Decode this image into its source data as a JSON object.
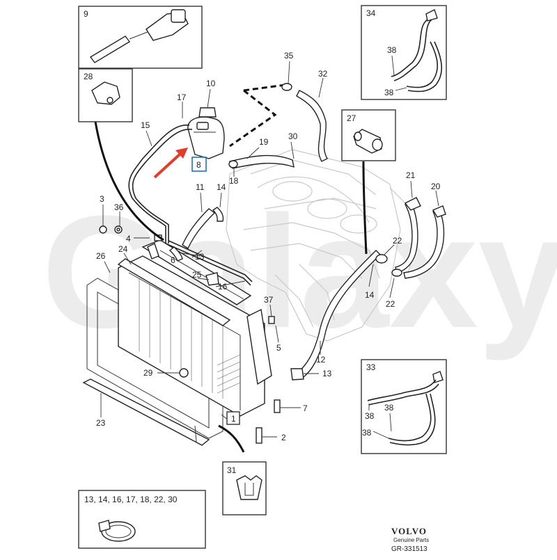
{
  "diagram": {
    "callouts": {
      "n1": "1",
      "n2": "2",
      "n3": "3",
      "n4": "4",
      "n5": "5",
      "n6": "6",
      "n7": "7",
      "n8": "8",
      "n10": "10",
      "n11": "11",
      "n12": "12",
      "n13a": "13",
      "n13b": "13",
      "n14a": "14",
      "n14b": "14",
      "n15": "15",
      "n16": "16",
      "n17": "17",
      "n18": "18",
      "n19": "19",
      "n20": "20",
      "n21": "21",
      "n22a": "22",
      "n22b": "22",
      "n23": "23",
      "n24": "24",
      "n25": "25",
      "n26": "26",
      "n29": "29",
      "n30": "30",
      "n32": "32",
      "n35": "35",
      "n36": "36",
      "n37": "37"
    },
    "insets": {
      "inset9": {
        "label": "9"
      },
      "inset28": {
        "label": "28"
      },
      "inset34": {
        "label": "34",
        "sub_a": "38",
        "sub_b": "38"
      },
      "inset27": {
        "label": "27"
      },
      "inset33": {
        "label": "33",
        "sub_a": "38",
        "sub_b": "38"
      },
      "inset31": {
        "label": "31"
      },
      "clampBox": {
        "label": "13, 14, 16, 17, 18, 22, 30"
      }
    },
    "brand": {
      "name": "VOLVO",
      "tagline": "Genuine Parts",
      "code": "GR-331513"
    },
    "watermark": "Galaxy",
    "colors": {
      "arrow": "#e53c2a",
      "highlight": "#1a73c9",
      "line": "#222222",
      "watermark": "#e6e6e6"
    }
  }
}
